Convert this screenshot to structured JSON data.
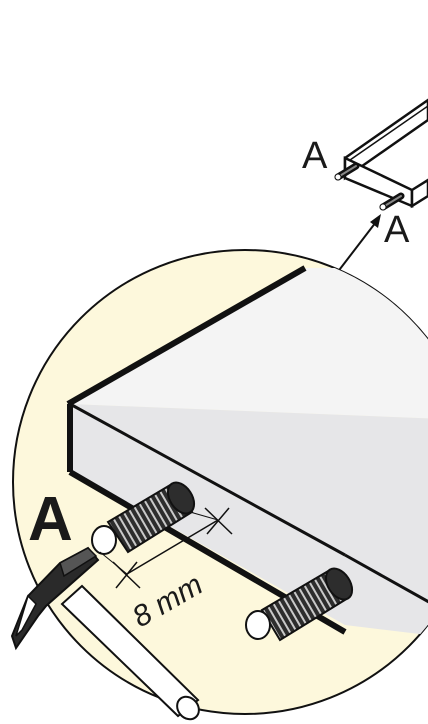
{
  "labels": {
    "callout_top_left": "A",
    "callout_top_right": "A",
    "callout_main": "A",
    "dimension": "8 mm"
  },
  "colors": {
    "magnifier_fill": "#fdf8dc",
    "board_face": "#e6e6e8",
    "board_top": "#f4f4f4",
    "dowel_fill": "#333333",
    "mallet_fill": "#2a2a2a",
    "outline": "#111111"
  },
  "icons": [
    "dowel-icon",
    "mallet-icon",
    "furniture-board-icon",
    "arrow-icon"
  ]
}
